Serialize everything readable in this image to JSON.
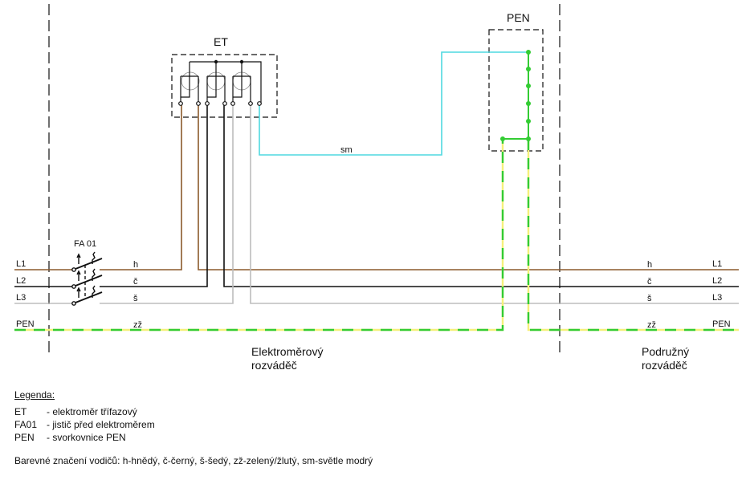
{
  "diagram": {
    "meter_title": "ET",
    "pen_title": "PEN",
    "breaker_label": "FA 01",
    "sm_label": "sm",
    "left_phase_labels": [
      "L1",
      "L2",
      "L3",
      "PEN"
    ],
    "left_wire_codes": [
      "h",
      "č",
      "š",
      "zž"
    ],
    "right_wire_codes": [
      "h",
      "č",
      "š",
      "zž"
    ],
    "right_phase_labels": [
      "L1",
      "L2",
      "L3",
      "PEN"
    ],
    "section_left": [
      "Elektroměrový",
      "rozváděč"
    ],
    "section_right": [
      "Podružný",
      "rozváděč"
    ],
    "colors": {
      "brown": "#8B5A2B",
      "black": "#111111",
      "grey": "#BDBDBD",
      "light_blue": "#4FD8E0",
      "green": "#33CC33",
      "yellow": "#F5F07A"
    }
  },
  "legend": {
    "heading": "Legenda:",
    "items": [
      {
        "abbr": "ET",
        "desc": "- elektroměr třífazový"
      },
      {
        "abbr": "FA01",
        "desc": "- jistič před elektroměrem"
      },
      {
        "abbr": "PEN",
        "desc": "- svorkovnice PEN"
      }
    ],
    "note": "Barevné značení vodičů: h-hnědý, č-černý, š-šedý, zž-zelený/žlutý, sm-světle modrý"
  }
}
